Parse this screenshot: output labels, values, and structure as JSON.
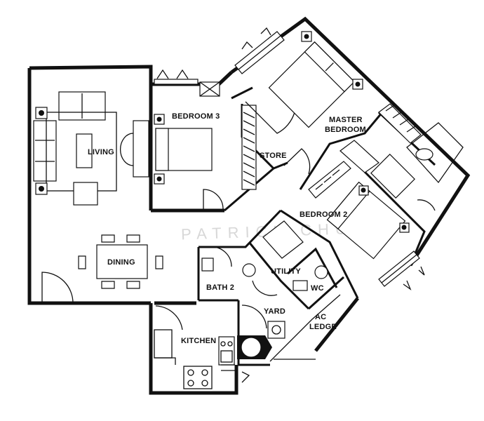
{
  "rooms": {
    "living": "LIVING",
    "dining": "DINING",
    "bedroom3": "BEDROOM 3",
    "store": "STORE",
    "master_line1": "MASTER",
    "master_line2": "BEDROOM",
    "bedroom2": "BEDROOM 2",
    "utility": "UTILITY",
    "bath2": "BATH 2",
    "wc": "WC",
    "yard": "YARD",
    "kitchen": "KITCHEN",
    "ac_line1": "AC",
    "ac_line2": "LEDGE"
  },
  "watermark": "PATRICK CHUAH"
}
